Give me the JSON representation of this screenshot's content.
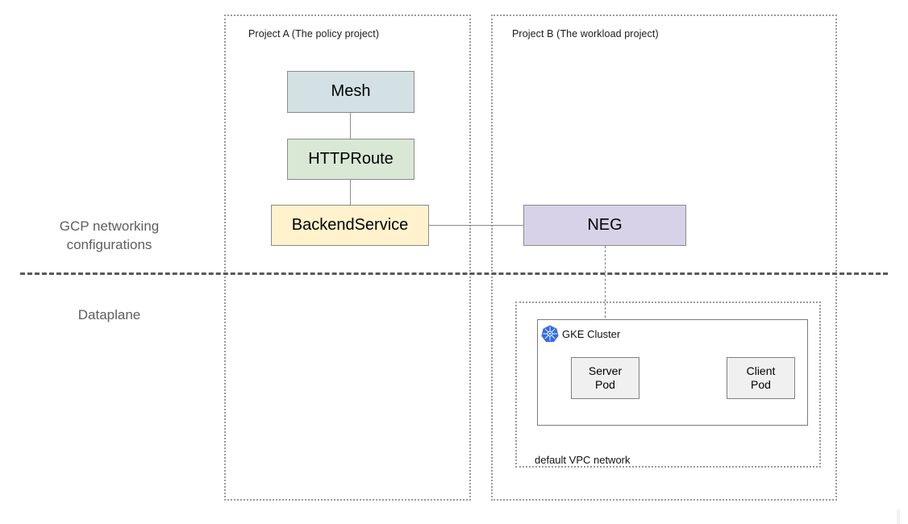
{
  "diagram": {
    "title": "GCP networking configurations and Dataplane across two projects",
    "colors": {
      "mesh_fill": "#d4e1e4",
      "httproute_fill": "#d9e8d5",
      "backendservice_fill": "#fff2cc",
      "neg_fill": "#d8d2e9",
      "pod_fill": "#f0f0f0",
      "node_stroke": "#8a8a8a",
      "dotted_container_stroke": "#9a9a9a",
      "divider_stroke": "#595959",
      "layer_label_text": "#5e5e5e",
      "k8s_blue": "#326ce5"
    }
  },
  "layers": [
    {
      "name": "networking",
      "label": "GCP networking\nconfigurations"
    },
    {
      "name": "dataplane",
      "label": "Dataplane"
    }
  ],
  "projects": [
    {
      "id": "project-a",
      "label": "Project A (The policy project)"
    },
    {
      "id": "project-b",
      "label": "Project B (The workload project)"
    }
  ],
  "nodes": [
    {
      "id": "mesh",
      "label": "Mesh",
      "fill": "#d4e1e4",
      "font_size": "20px"
    },
    {
      "id": "httproute",
      "label": "HTTPRoute",
      "fill": "#d9e8d5",
      "font_size": "20px"
    },
    {
      "id": "backendservice",
      "label": "BackendService",
      "fill": "#fff2cc",
      "font_size": "20px"
    },
    {
      "id": "neg",
      "label": "NEG",
      "fill": "#d8d2e9",
      "font_size": "20px"
    },
    {
      "id": "server-pod",
      "label": "Server\nPod",
      "fill": "#f0f0f0",
      "font_size": "14px"
    },
    {
      "id": "client-pod",
      "label": "Client\nPod",
      "fill": "#f0f0f0",
      "font_size": "14px"
    }
  ],
  "cluster": {
    "title": "GKE Cluster",
    "icon": "kubernetes-icon"
  },
  "vpc": {
    "label": "default VPC network"
  },
  "connections": [
    {
      "from": "mesh",
      "to": "httproute",
      "style": "solid"
    },
    {
      "from": "httproute",
      "to": "backendservice",
      "style": "solid"
    },
    {
      "from": "backendservice",
      "to": "neg",
      "style": "solid"
    },
    {
      "from": "neg",
      "to": "server-pod",
      "style": "dashed"
    }
  ]
}
